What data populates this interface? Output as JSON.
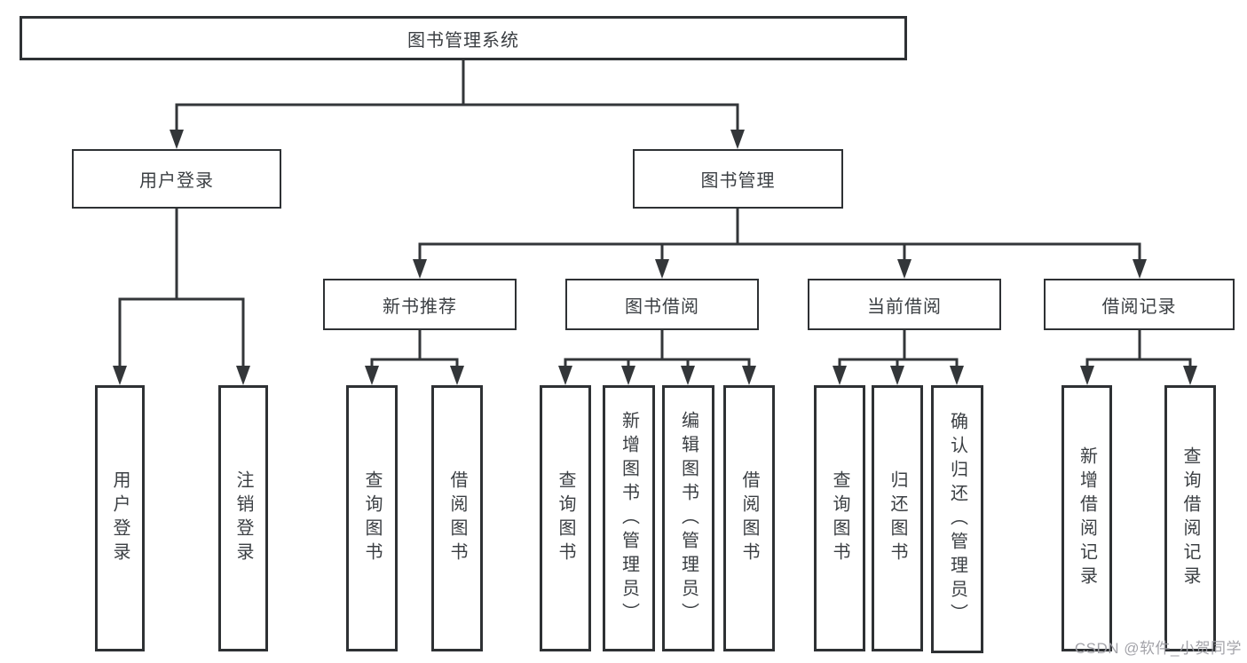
{
  "diagram": {
    "title_note": "functional structure tree of a library management system",
    "root": {
      "label": "图书管理系统"
    },
    "level2": [
      {
        "label": "用户登录"
      },
      {
        "label": "图书管理"
      }
    ],
    "level3": [
      {
        "label": "新书推荐"
      },
      {
        "label": "图书借阅"
      },
      {
        "label": "当前借阅"
      },
      {
        "label": "借阅记录"
      }
    ],
    "leaves": {
      "user_login": [
        "用户登录",
        "注销登录"
      ],
      "new_book": [
        "查询图书",
        "借阅图书"
      ],
      "book_borrow": [
        "查询图书",
        "新增图书（管理员）",
        "编辑图书（管理员）",
        "借阅图书"
      ],
      "current_borrow": [
        "查询图书",
        "归还图书",
        "确认归还（管理员）"
      ],
      "borrow_record": [
        "新增借阅记录",
        "查询借阅记录"
      ]
    }
  },
  "watermark": {
    "text": "CSDN @软件_小贺同学"
  },
  "colors": {
    "line": "#333639",
    "border": "#2e3134",
    "text": "#3b3f43",
    "watermark": "#9e9ea4",
    "background": "#ffffff"
  }
}
